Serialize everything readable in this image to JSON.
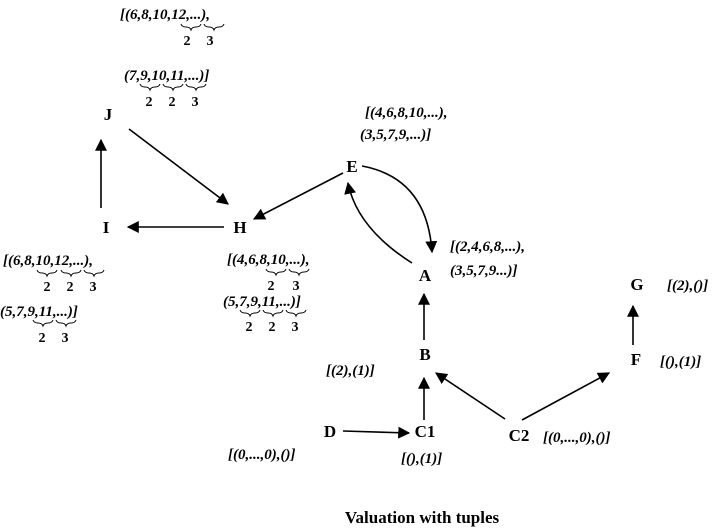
{
  "title": "Valuation with tuples",
  "nodes": {
    "J": "J",
    "I": "I",
    "H": "H",
    "E": "E",
    "A": "A",
    "B": "B",
    "D": "D",
    "C1": "C1",
    "C2": "C2",
    "F": "F",
    "G": "G"
  },
  "labels": {
    "j_top": "[(6,8,10,12,...),",
    "j_top_counts": [
      "2",
      "3"
    ],
    "j_bottom": "(7,9,10,11,...)]",
    "j_bottom_counts": [
      "2",
      "2",
      "3"
    ],
    "e_line1": "[(4,6,8,10,...),",
    "e_line2": "(3,5,7,9,...)]",
    "a_line1": "[(2,4,6,8,...),",
    "a_line2": "(3,5,7,9...)]",
    "i_top": "[(6,8,10,12,...),",
    "i_top_counts": [
      "2",
      "2",
      "3"
    ],
    "i_bottom": "(5,7,9,11,...)]",
    "i_bottom_counts": [
      "2",
      "3"
    ],
    "h_top": "[(4,6,8,10,...),",
    "h_top_counts": [
      "2",
      "3"
    ],
    "h_bottom": "(5,7,9,11,...)]",
    "h_bottom_counts": [
      "2",
      "2",
      "3"
    ],
    "b": "[(2),(1)]",
    "d": "[(0,...,0),()]",
    "c1": "[(),(1)]",
    "c2": "[(0,...,0),()]",
    "f": "[(),(1)]",
    "g": "[(2),()]"
  }
}
